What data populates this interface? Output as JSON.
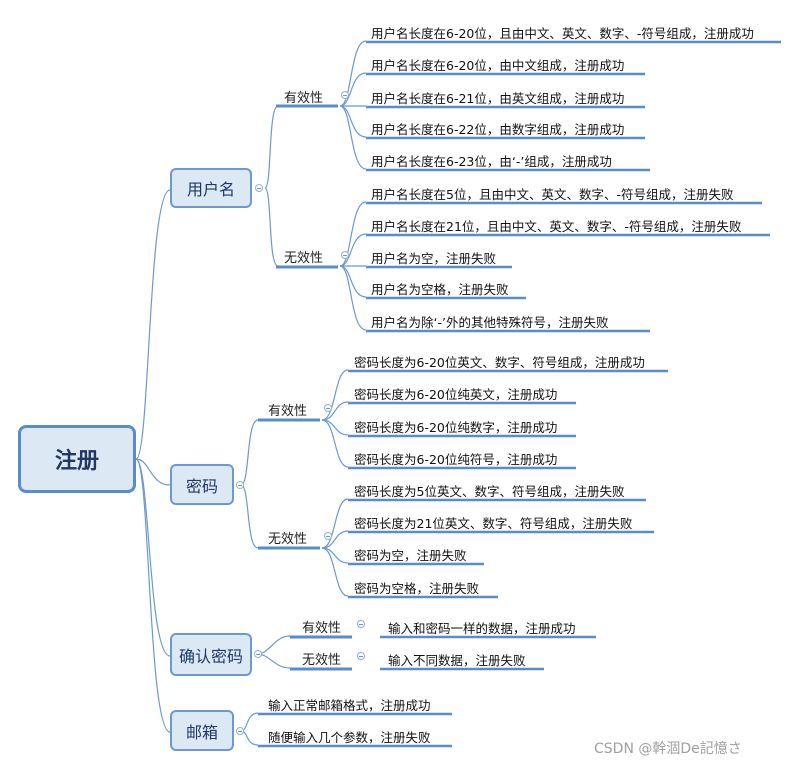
{
  "root": "注册",
  "username": {
    "label": "用户名",
    "valid": {
      "label": "有效性",
      "items": [
        "用户名长度在6-20位，且由中文、英文、数字、-符号组成，注册成功",
        "用户名长度在6-20位，由中文组成，注册成功",
        "用户名长度在6-21位，由英文组成，注册成功",
        "用户名长度在6-22位，由数字组成，注册成功",
        "用户名长度在6-23位，由‘-’组成，注册成功"
      ]
    },
    "invalid": {
      "label": "无效性",
      "items": [
        "用户名长度在5位，且由中文、英文、数字、-符号组成，注册失败",
        "用户名长度在21位，且由中文、英文、数字、-符号组成，注册失败",
        "用户名为空，注册失败",
        "用户名为空格，注册失败",
        "用户名为除‘-’外的其他特殊符号，注册失败"
      ]
    }
  },
  "password": {
    "label": "密码",
    "valid": {
      "label": "有效性",
      "items": [
        "密码长度为6-20位英文、数字、符号组成，注册成功",
        "密码长度为6-20位纯英文，注册成功",
        "密码长度为6-20位纯数字，注册成功",
        "密码长度为6-20位纯符号，注册成功"
      ]
    },
    "invalid": {
      "label": "无效性",
      "items": [
        "密码长度为5位英文、数字、符号组成，注册失败",
        "密码长度为21位英文、数字、符号组成，注册失败",
        "密码为空，注册失败",
        "密码为空格，注册失败"
      ]
    }
  },
  "confirm": {
    "label": "确认密码",
    "valid": {
      "label": "有效性",
      "item": "输入和密码一样的数据，注册成功"
    },
    "invalid": {
      "label": "无效性",
      "item": "输入不同数据，注册失败"
    }
  },
  "email": {
    "label": "邮箱",
    "items": [
      "输入正常邮箱格式，注册成功",
      "随便输入几个参数，注册失败"
    ]
  },
  "watermark": "CSDN @幹涸De記憶さ",
  "colors": {
    "line": "#5b8bc9",
    "node_fill": "#dde8f5",
    "node_border": "#6b99d2"
  }
}
